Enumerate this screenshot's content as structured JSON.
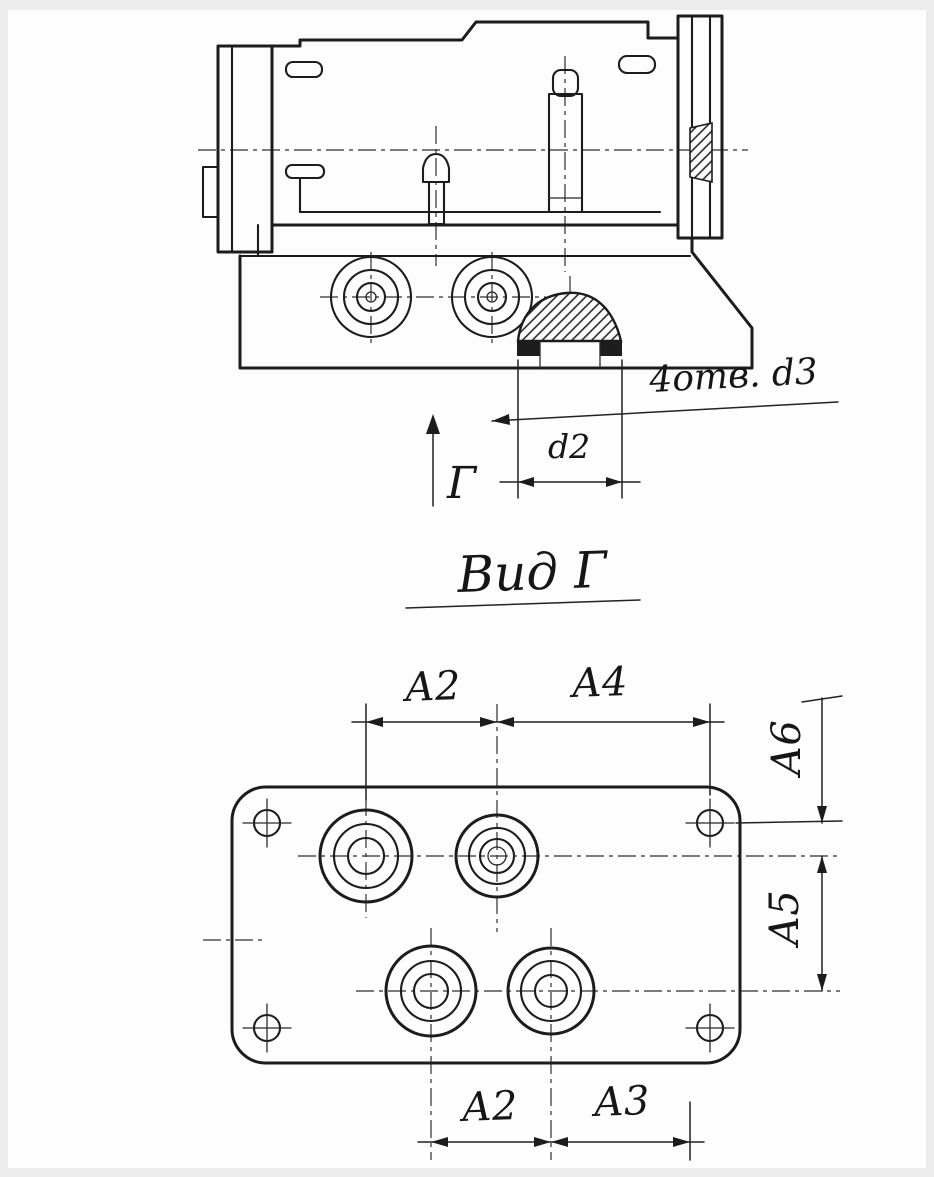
{
  "colors": {
    "ink": "#1c1c1c",
    "paper": "#fdfdfd",
    "background": "#ececec"
  },
  "top_view": {
    "holes_note": "4отв. d3",
    "hole_dim": "d2",
    "view_label": "Г"
  },
  "title": "Вид Г",
  "bottom_view": {
    "dim_top_left": "А2",
    "dim_top_right": "А4",
    "dim_right_upper": "А6",
    "dim_right_lower": "А5",
    "dim_bottom_left": "А2",
    "dim_bottom_right": "А3"
  }
}
